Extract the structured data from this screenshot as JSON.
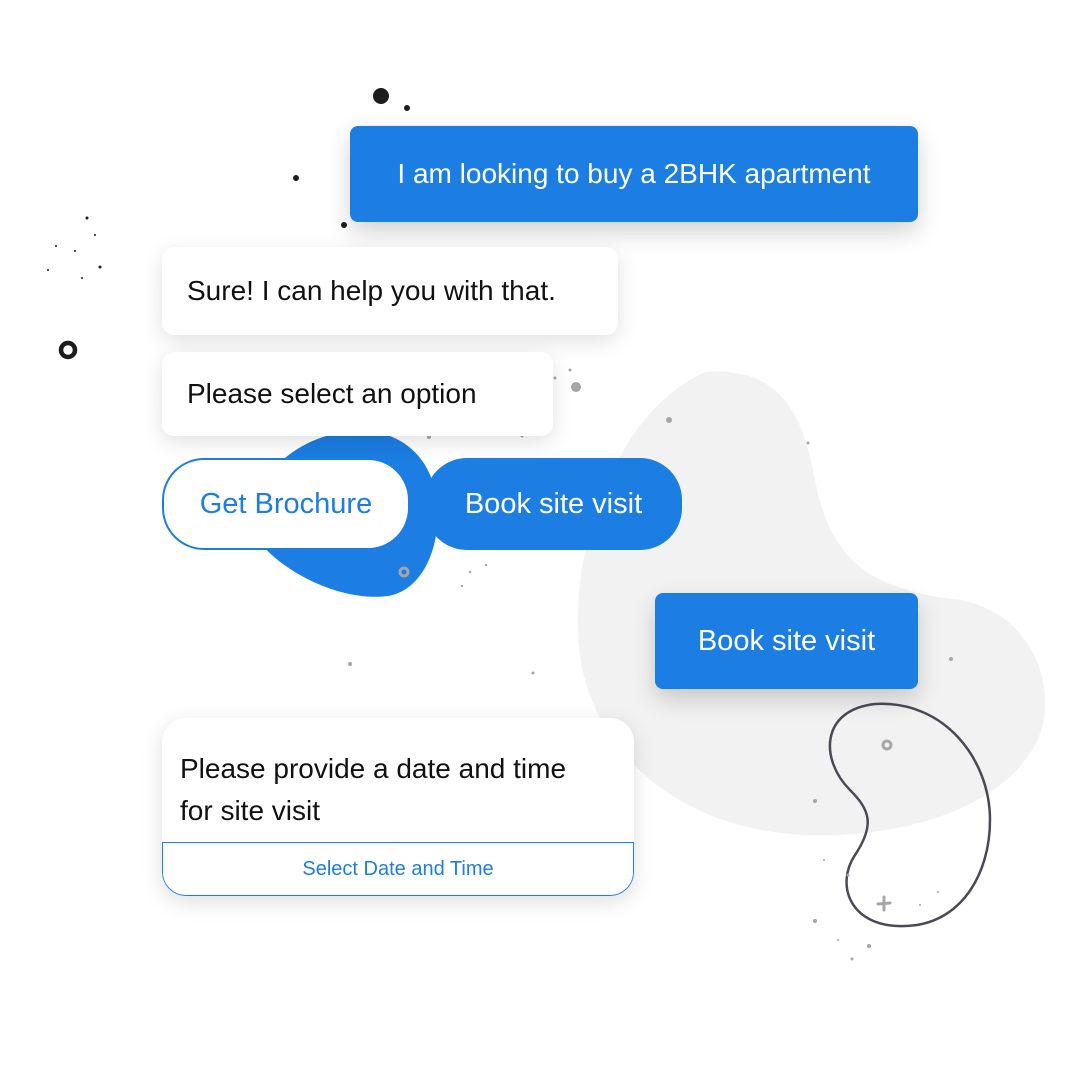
{
  "theme": {
    "accent": "#1c7de2",
    "blob_gray": "#f2f2f2"
  },
  "chat": {
    "user_message_1": "I am looking to buy a 2BHK apartment",
    "bot_message_1": "Sure! I can help you with that.",
    "bot_message_2": "Please select an option",
    "options": {
      "get_brochure": "Get Brochure",
      "book_site_visit": "Book site visit"
    },
    "user_message_2": "Book site visit",
    "bot_card": {
      "line1": "Please provide a date and time",
      "line2": "for site visit",
      "action": "Select Date and Time"
    }
  }
}
